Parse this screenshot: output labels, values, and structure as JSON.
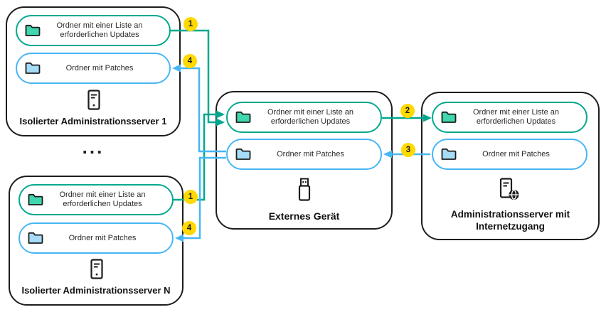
{
  "colors": {
    "accent_green": "#00a88e",
    "accent_blue": "#47b6f3",
    "badge_yellow": "#ffd900",
    "outline_black": "#1d1d1b",
    "folder_green_fill": "#3fd8ae",
    "folder_blue_fill": "#a6dcf8"
  },
  "boxes": {
    "server1": {
      "title": "Isolierter Administrationsserver 1",
      "updates_label": "Ordner mit einer Liste an erforderlichen Updates",
      "patches_label": "Ordner mit Patches",
      "icon": "server-tower-icon"
    },
    "serverN": {
      "title": "Isolierter Administrationsserver N",
      "updates_label": "Ordner mit einer Liste an erforderlichen Updates",
      "patches_label": "Ordner mit Patches",
      "icon": "server-tower-icon"
    },
    "external": {
      "title": "Externes Gerät",
      "updates_label": "Ordner mit einer Liste an erforderlichen Updates",
      "patches_label": "Ordner mit Patches",
      "icon": "usb-drive-icon"
    },
    "internet": {
      "title": "Administrationsserver mit Internetzugang",
      "updates_label": "Ordner mit einer Liste an erforderlichen Updates",
      "patches_label": "Ordner mit Patches",
      "icon": "server-globe-icon"
    }
  },
  "ellipsis": "...",
  "badges": {
    "step1_top": "1",
    "step4_top": "4",
    "step1_bottom": "1",
    "step4_bottom": "4",
    "step2": "2",
    "step3": "3"
  }
}
